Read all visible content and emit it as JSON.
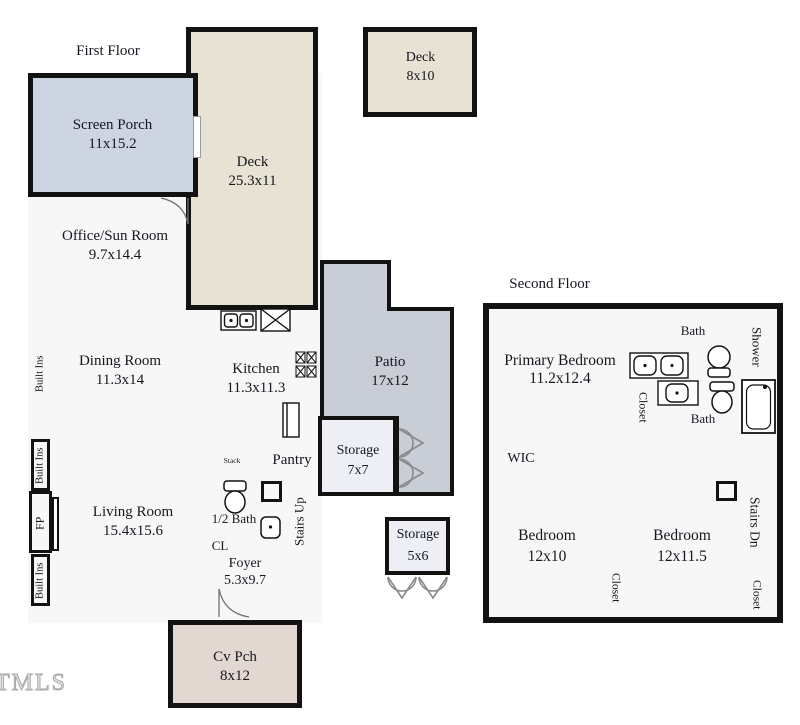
{
  "watermark": "TMLS",
  "colors": {
    "wall": "#121212",
    "screen_porch_fill": "#cdd5e2",
    "deck_fill": "#e7e2d3",
    "patio_fill": "#c9cdd6",
    "storage_fill": "#edeff5",
    "covered_porch_fill": "#e3d7d2",
    "room_fill": "#f7f7f8",
    "label_text": "#16161f",
    "watermark_gray": "#a9a9a9"
  },
  "first_floor": {
    "title": "First Floor",
    "screen_porch": {
      "name": "Screen Porch",
      "dims": "11x15.2"
    },
    "deck": {
      "name": "Deck",
      "dims": "25.3x11"
    },
    "deck_small": {
      "name": "Deck",
      "dims": "8x10"
    },
    "office": {
      "name": "Office/Sun Room",
      "dims": "9.7x14.4"
    },
    "dining": {
      "name": "Dining Room",
      "dims": "11.3x14"
    },
    "kitchen": {
      "name": "Kitchen",
      "dims": "11.3x11.3"
    },
    "patio": {
      "name": "Patio",
      "dims": "17x12"
    },
    "storage_patio": {
      "name": "Storage",
      "dims": "7x7"
    },
    "storage_small": {
      "name": "Storage",
      "dims": "5x6"
    },
    "living": {
      "name": "Living Room",
      "dims": "15.4x15.6"
    },
    "foyer": {
      "name": "Foyer",
      "dims": "5.3x9.7"
    },
    "covered_porch": {
      "name": "Cv Pch",
      "dims": "8x12"
    },
    "half_bath": "1/2 Bath",
    "closet": "CL",
    "pantry": "Pantry",
    "stack": "Stack",
    "stairs_up": "Stairs Up",
    "built_ins_dining": "Built Ins",
    "built_ins_upper": "Built Ins",
    "built_ins_lower": "Built Ins",
    "fireplace": "FP"
  },
  "second_floor": {
    "title": "Second Floor",
    "primary_bedroom": {
      "name": "Primary Bedroom",
      "dims": "11.2x12.4"
    },
    "bath_top": "Bath",
    "bath_bottom": "Bath",
    "shower": "Shower",
    "closet_primary": "Closet",
    "wic": "WIC",
    "bedroom_left": {
      "name": "Bedroom",
      "dims": "12x10"
    },
    "bedroom_right": {
      "name": "Bedroom",
      "dims": "12x11.5"
    },
    "closet_mid": "Closet",
    "closet_bottom_right": "Closet",
    "stairs_dn": "Stairs Dn"
  }
}
